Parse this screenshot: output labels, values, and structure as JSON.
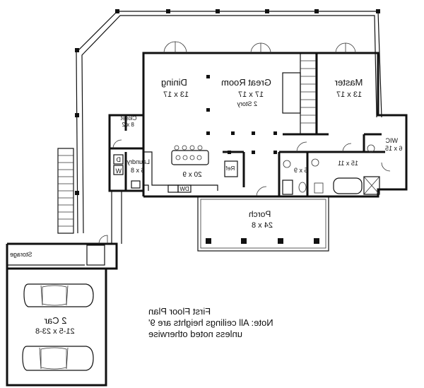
{
  "rooms": {
    "dining": {
      "name": "Dining",
      "size": "13 x 17"
    },
    "great_room": {
      "name": "Great Room",
      "size": "17 x 17",
      "note": "2 Story"
    },
    "master": {
      "name": "Master",
      "size": "13 x 17"
    },
    "closet": {
      "name": "Closet",
      "size": "8 x 2"
    },
    "laundry": {
      "name": "Laundry",
      "size": "6 x 8"
    },
    "kitchen": {
      "size": "20 x 9"
    },
    "bath_half": {
      "size": "5 x 9"
    },
    "master_bath": {
      "size": "15 x 11"
    },
    "wic": {
      "name": "WIC",
      "size": "6 x 15"
    },
    "porch": {
      "name": "Porch",
      "size": "24 x 8"
    },
    "storage": {
      "name": "Storage"
    },
    "garage": {
      "name": "2 Car",
      "size": "21-5 x 23-8"
    }
  },
  "appliances": {
    "washer": "W",
    "dryer": "D",
    "dishwasher": "DW",
    "refrigerator": "Ref"
  },
  "caption": {
    "line1": "First Floor Plan",
    "line2": "Note: All ceilings heights are 9'",
    "line3": "unless noted otherwise"
  }
}
